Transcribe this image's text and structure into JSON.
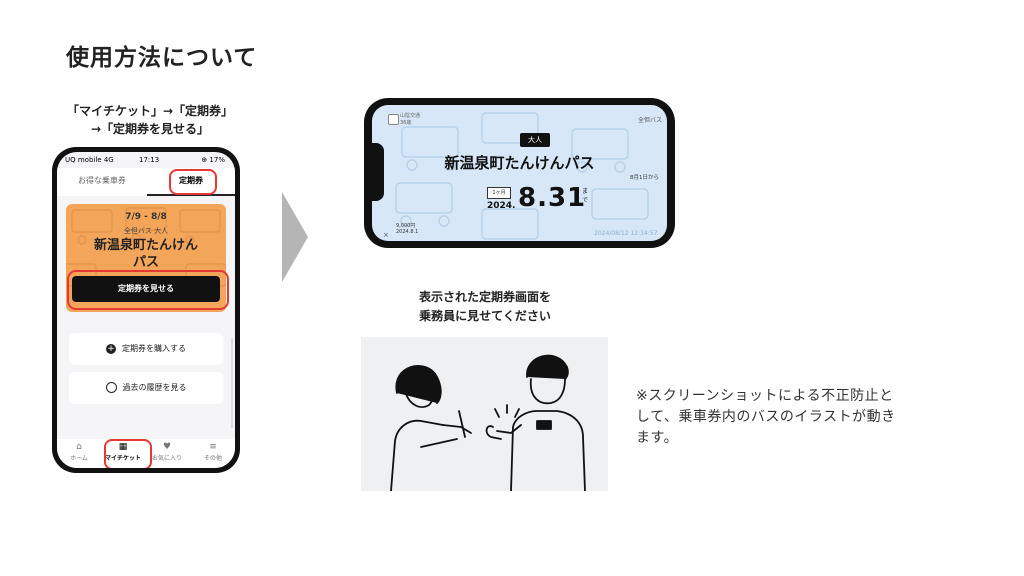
{
  "title": "使用方法について",
  "instruction": {
    "line1": "「マイチケット」→「定期券」",
    "line2": "→「定期券を見せる」"
  },
  "phone1": {
    "status": {
      "carrier": "UQ mobile 4G",
      "time": "17:13",
      "battery": "⊕ 17%"
    },
    "tabs": [
      "お得な乗車券",
      "定期券"
    ],
    "card": {
      "date": "7/9 - 8/8",
      "sub": "全但バス 大人",
      "name_line1": "新温泉町たんけん",
      "name_line2": "パス"
    },
    "show_button": "定期券を見せる",
    "actions": {
      "buy": "定期券を購入する",
      "history": "過去の履歴を見る"
    },
    "nav": {
      "home": "ホーム",
      "myticket": "マイチケット",
      "favorites": "お気に入り",
      "other": "その他"
    }
  },
  "phone2": {
    "company_line1": "山陰交通",
    "company_line2": "36歳",
    "route": "全但バス",
    "badge": "大人",
    "name": "新温泉町たんけんパス",
    "from": "8月1日から",
    "period": "1ヶ月",
    "year": "2024.",
    "date": "8.31",
    "made1": "ま",
    "made2": "で",
    "price_line1": "9,000円",
    "price_line2": "2024.8.1",
    "close": "×",
    "timestamp": "2024/08/12 12:34:57"
  },
  "caption": {
    "line1": "表示された定期券画面を",
    "line2": "乗務員に見せてください"
  },
  "note": {
    "line1": "※スクリーンショットによる不正防止と",
    "line2": "して、乗車券内のバスのイラストが動き",
    "line3": "ます。"
  }
}
